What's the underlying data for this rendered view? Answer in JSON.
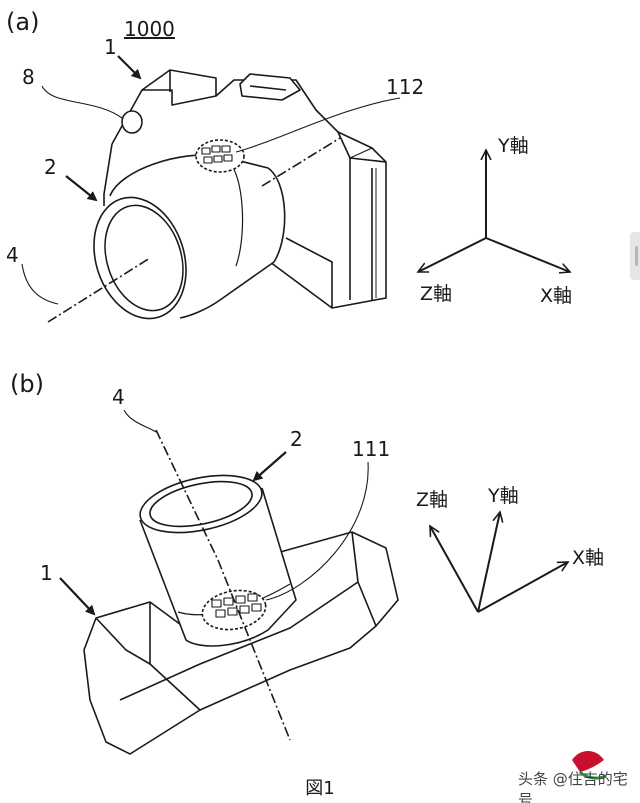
{
  "panel_a": {
    "label": "(a)",
    "title": "1000",
    "ref_camera_body": "1",
    "ref_lens": "2",
    "ref_hole": "8",
    "ref_axis": "4",
    "ref_sensor": "112",
    "axis_y": "Y軸",
    "axis_z": "Z軸",
    "axis_x": "X軸"
  },
  "panel_b": {
    "label": "(b)",
    "ref_axis": "4",
    "ref_lens": "2",
    "ref_sensor": "111",
    "ref_body": "1",
    "axis_z": "Z軸",
    "axis_y": "Y軸",
    "axis_x": "X軸"
  },
  "caption": "図1",
  "watermark": "头条 @住吉的宅号",
  "colors": {
    "line": "#1a1a1a",
    "background": "#ffffff",
    "watermark_red": "#c8102e",
    "watermark_green": "#2e8b3d"
  }
}
